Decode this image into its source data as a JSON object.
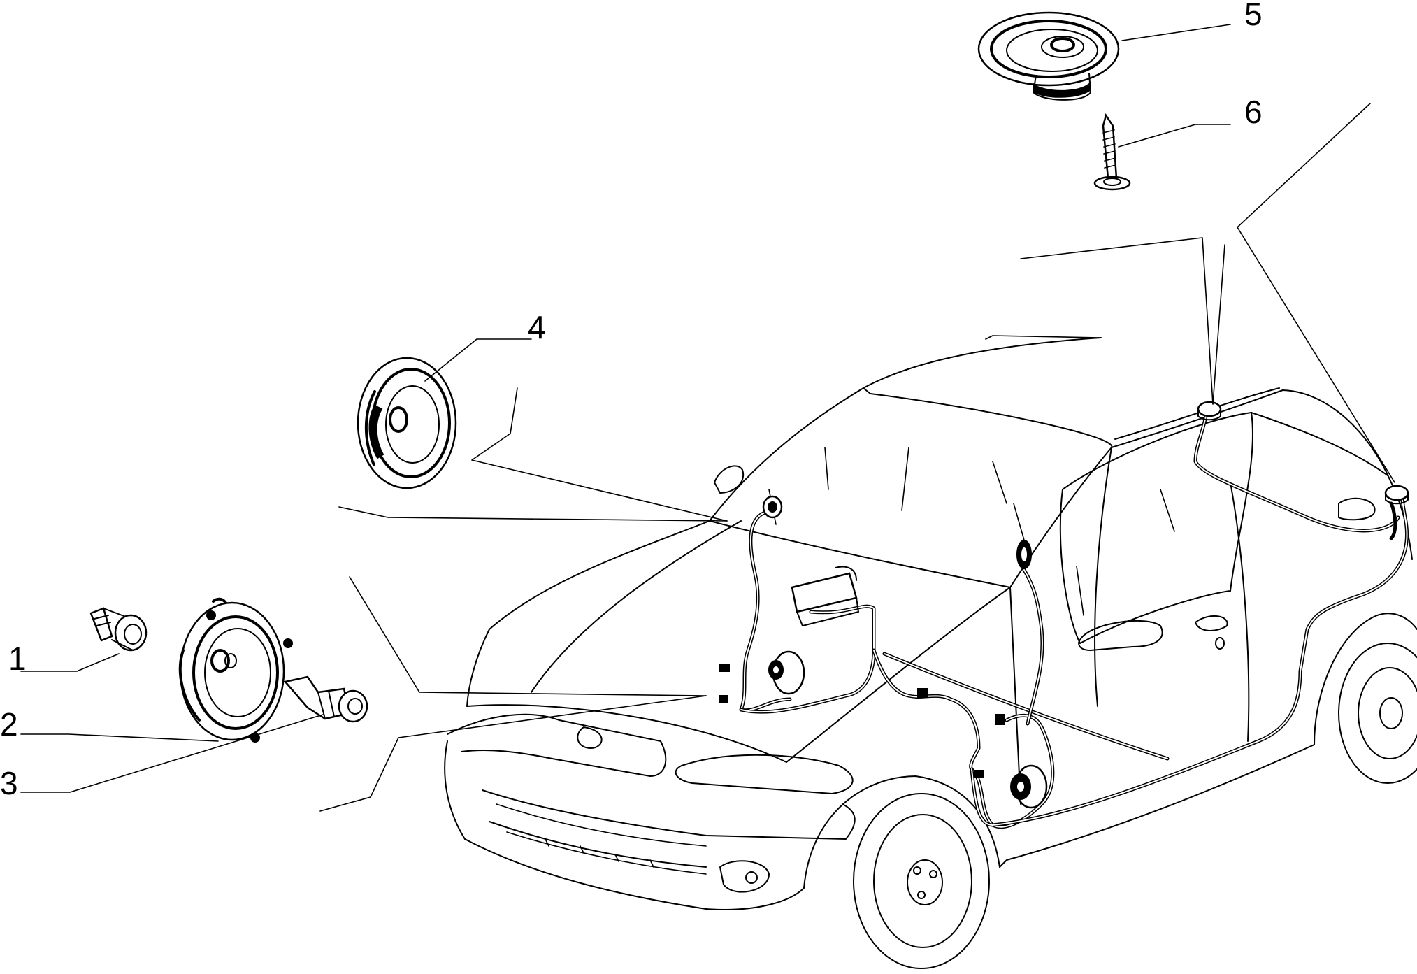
{
  "callouts": [
    {
      "number": "1"
    },
    {
      "number": "2"
    },
    {
      "number": "3"
    },
    {
      "number": "4"
    },
    {
      "number": "5"
    },
    {
      "number": "6"
    }
  ]
}
